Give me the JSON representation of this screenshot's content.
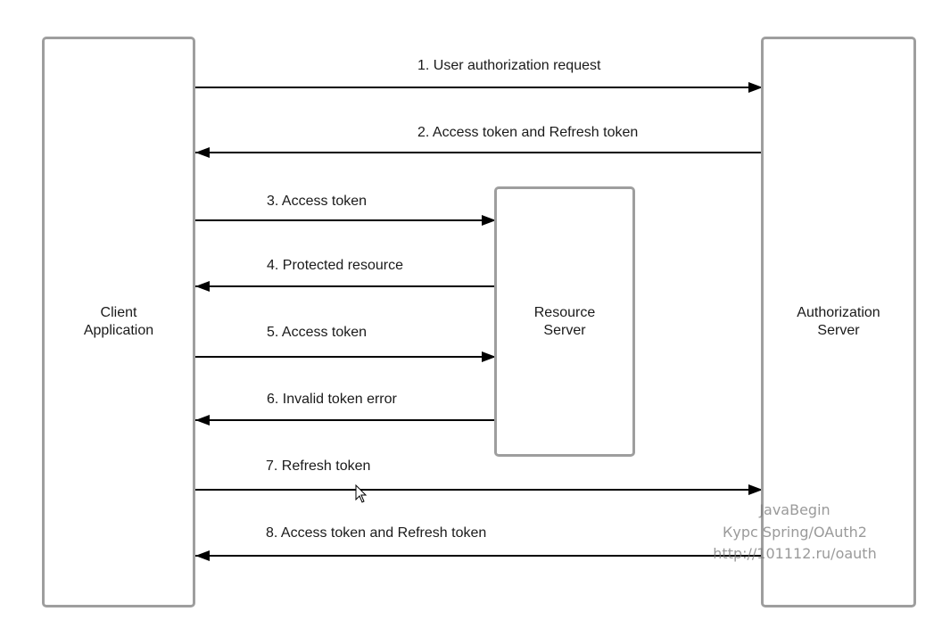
{
  "participants": {
    "client": "Client\nApplication",
    "auth_server": "Authorization\nServer",
    "resource_server": "Resource\nServer"
  },
  "messages": [
    {
      "label": "1. User authorization request",
      "from": "client",
      "to": "auth_server"
    },
    {
      "label": "2. Access token and Refresh token",
      "from": "auth_server",
      "to": "client"
    },
    {
      "label": "3. Access token",
      "from": "client",
      "to": "resource_server"
    },
    {
      "label": "4. Protected resource",
      "from": "resource_server",
      "to": "client"
    },
    {
      "label": "5. Access token",
      "from": "client",
      "to": "resource_server"
    },
    {
      "label": "6. Invalid token error",
      "from": "resource_server",
      "to": "client"
    },
    {
      "label": "7. Refresh token",
      "from": "client",
      "to": "auth_server"
    },
    {
      "label": "8. Access token and Refresh token",
      "from": "auth_server",
      "to": "client"
    }
  ],
  "watermark": {
    "line1": "JavaBegin",
    "line2": "Курс Spring/OAuth2",
    "line3": "http://101112.ru/oauth"
  },
  "colors": {
    "box_border": "#9e9e9e",
    "arrow": "#000000",
    "text": "#1a1a1a"
  }
}
